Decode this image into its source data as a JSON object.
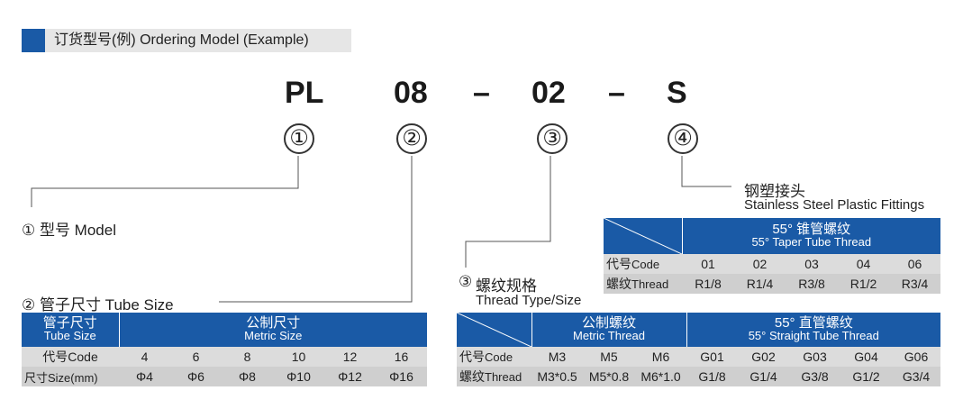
{
  "header": {
    "text": "订货型号(例) Ordering Model (Example)"
  },
  "code": {
    "parts": [
      "PL",
      "08",
      "–",
      "02",
      "–",
      "S"
    ],
    "markers": [
      "①",
      "②",
      "③",
      "④"
    ]
  },
  "labels": {
    "model": "① 型号 Model",
    "tube_size": "② 管子尺寸 Tube Size",
    "thread_num": "③",
    "thread_cn": "螺纹规格",
    "thread_en": "Thread Type/Size",
    "fitting_cn": "钢塑接头",
    "fitting_en": "Stainless Steel Plastic Fittings"
  },
  "tube_table": {
    "head_cn": "管子尺寸",
    "head_en": "Tube Size",
    "group_cn": "公制尺寸",
    "group_en": "Metric Size",
    "code_label": "代号Code",
    "size_label": "尺寸Size(mm)",
    "codes": [
      "4",
      "6",
      "8",
      "10",
      "12",
      "16"
    ],
    "sizes": [
      "Φ4",
      "Φ6",
      "Φ8",
      "Φ10",
      "Φ12",
      "Φ16"
    ]
  },
  "taper_table": {
    "head_cn": "55°  锥管螺纹",
    "head_en": "55°  Taper Tube Thread",
    "code_label_cn": "代号",
    "code_label_en": "Code",
    "thread_label_cn": "螺纹",
    "thread_label_en": "Thread",
    "codes": [
      "01",
      "02",
      "03",
      "04",
      "06"
    ],
    "threads": [
      "R1/8",
      "R1/4",
      "R3/8",
      "R1/2",
      "R3/4"
    ]
  },
  "thread_table": {
    "metric_cn": "公制螺纹",
    "metric_en": "Metric Thread",
    "straight_cn": "55°  直管螺纹",
    "straight_en": "55°  Straight Tube Thread",
    "code_label_cn": "代号",
    "code_label_en": "Code",
    "thread_label_cn": "螺纹",
    "thread_label_en": "Thread",
    "codes": [
      "M3",
      "M5",
      "M6",
      "G01",
      "G02",
      "G03",
      "G04",
      "G06"
    ],
    "threads": [
      "M3*0.5",
      "M5*0.8",
      "M6*1.0",
      "G1/8",
      "G1/4",
      "G3/8",
      "G1/2",
      "G3/4"
    ]
  },
  "colors": {
    "accent": "#1a5aa6",
    "row_gray": "#dcdcdc",
    "row_gray_alt": "#cfcfcf"
  }
}
